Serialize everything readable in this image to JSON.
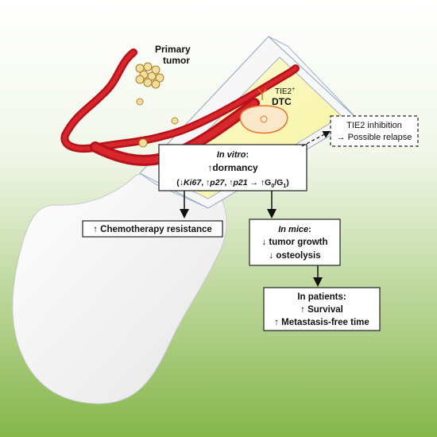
{
  "primary_tumor": {
    "line1": "Primary",
    "line2": "tumor"
  },
  "dtc": {
    "line1": "TIE2",
    "line1_sup": "+",
    "line2": "DTC"
  },
  "tie2_box": {
    "line1": "TIE2 inhibition",
    "line2": "→ Possible relapse"
  },
  "in_vitro_box": {
    "title": "In vitro",
    "title_suffix": ":",
    "line2": "↑dormancy",
    "line3_parts": [
      "(↓",
      "Ki67",
      ", ↑",
      "p27",
      ", ↑",
      "p21",
      " → ↑G",
      "0",
      "/G",
      "1",
      ")"
    ]
  },
  "chemo_box": {
    "text": "↑ Chemotherapy resistance"
  },
  "mice_box": {
    "title": "In mice",
    "title_suffix": ":",
    "line2": "↓ tumor growth",
    "line3": "↓ osteolysis"
  },
  "patients_box": {
    "line1": "In patients:",
    "line2": "↑ Survival",
    "line3": "↑ Metastasis-free time"
  },
  "colors": {
    "bg_top": "#ffffff",
    "bg_bottom": "#86b64a",
    "vessel": "#c0131a",
    "bone": "#f2f2f2",
    "marrow": "#fbf8c4",
    "dtc_outline": "#e8732a"
  }
}
